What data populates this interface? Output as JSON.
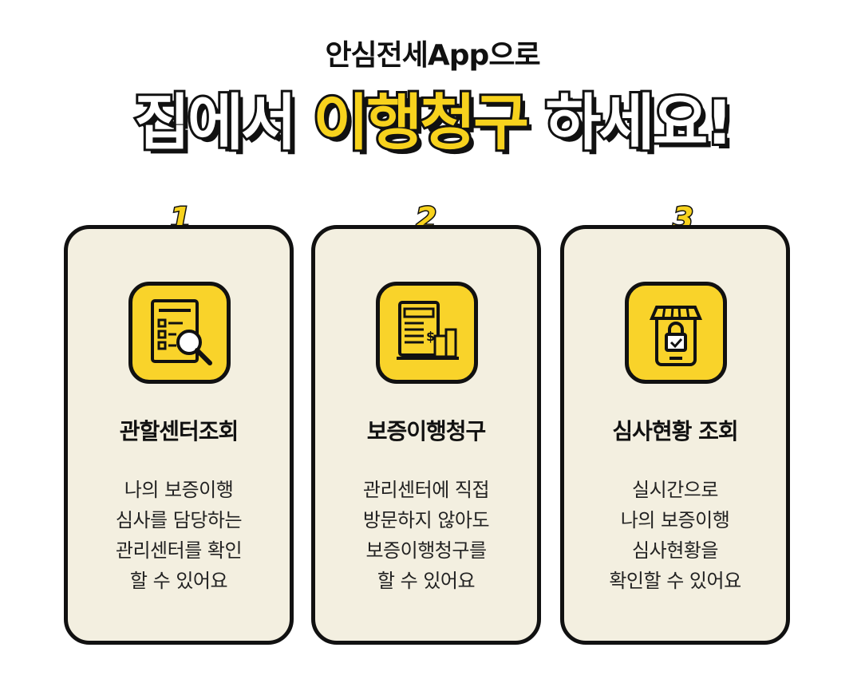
{
  "header": {
    "subtitle": "안심전세App으로",
    "headline_part1": "집에서",
    "headline_highlight": "이행청구",
    "headline_part2": "하세요!"
  },
  "colors": {
    "accent": "#f7d21d",
    "card_bg": "#f3efe0",
    "outline": "#111111"
  },
  "steps": [
    {
      "number": "1",
      "icon": "document-search-icon",
      "title": "관할센터조회",
      "desc": [
        "나의 보증이행",
        "심사를 담당하는",
        "관리센터를 확인",
        "할 수 있어요"
      ]
    },
    {
      "number": "2",
      "icon": "invoice-money-icon",
      "title": "보증이행청구",
      "desc": [
        "관리센터에 직접",
        "방문하지 않아도",
        "보증이행청구를",
        "할 수 있어요"
      ]
    },
    {
      "number": "3",
      "icon": "mobile-shop-lock-icon",
      "title": "심사현황 조회",
      "desc": [
        "실시간으로",
        "나의 보증이행",
        "심사현황을",
        "확인할 수 있어요"
      ]
    }
  ]
}
